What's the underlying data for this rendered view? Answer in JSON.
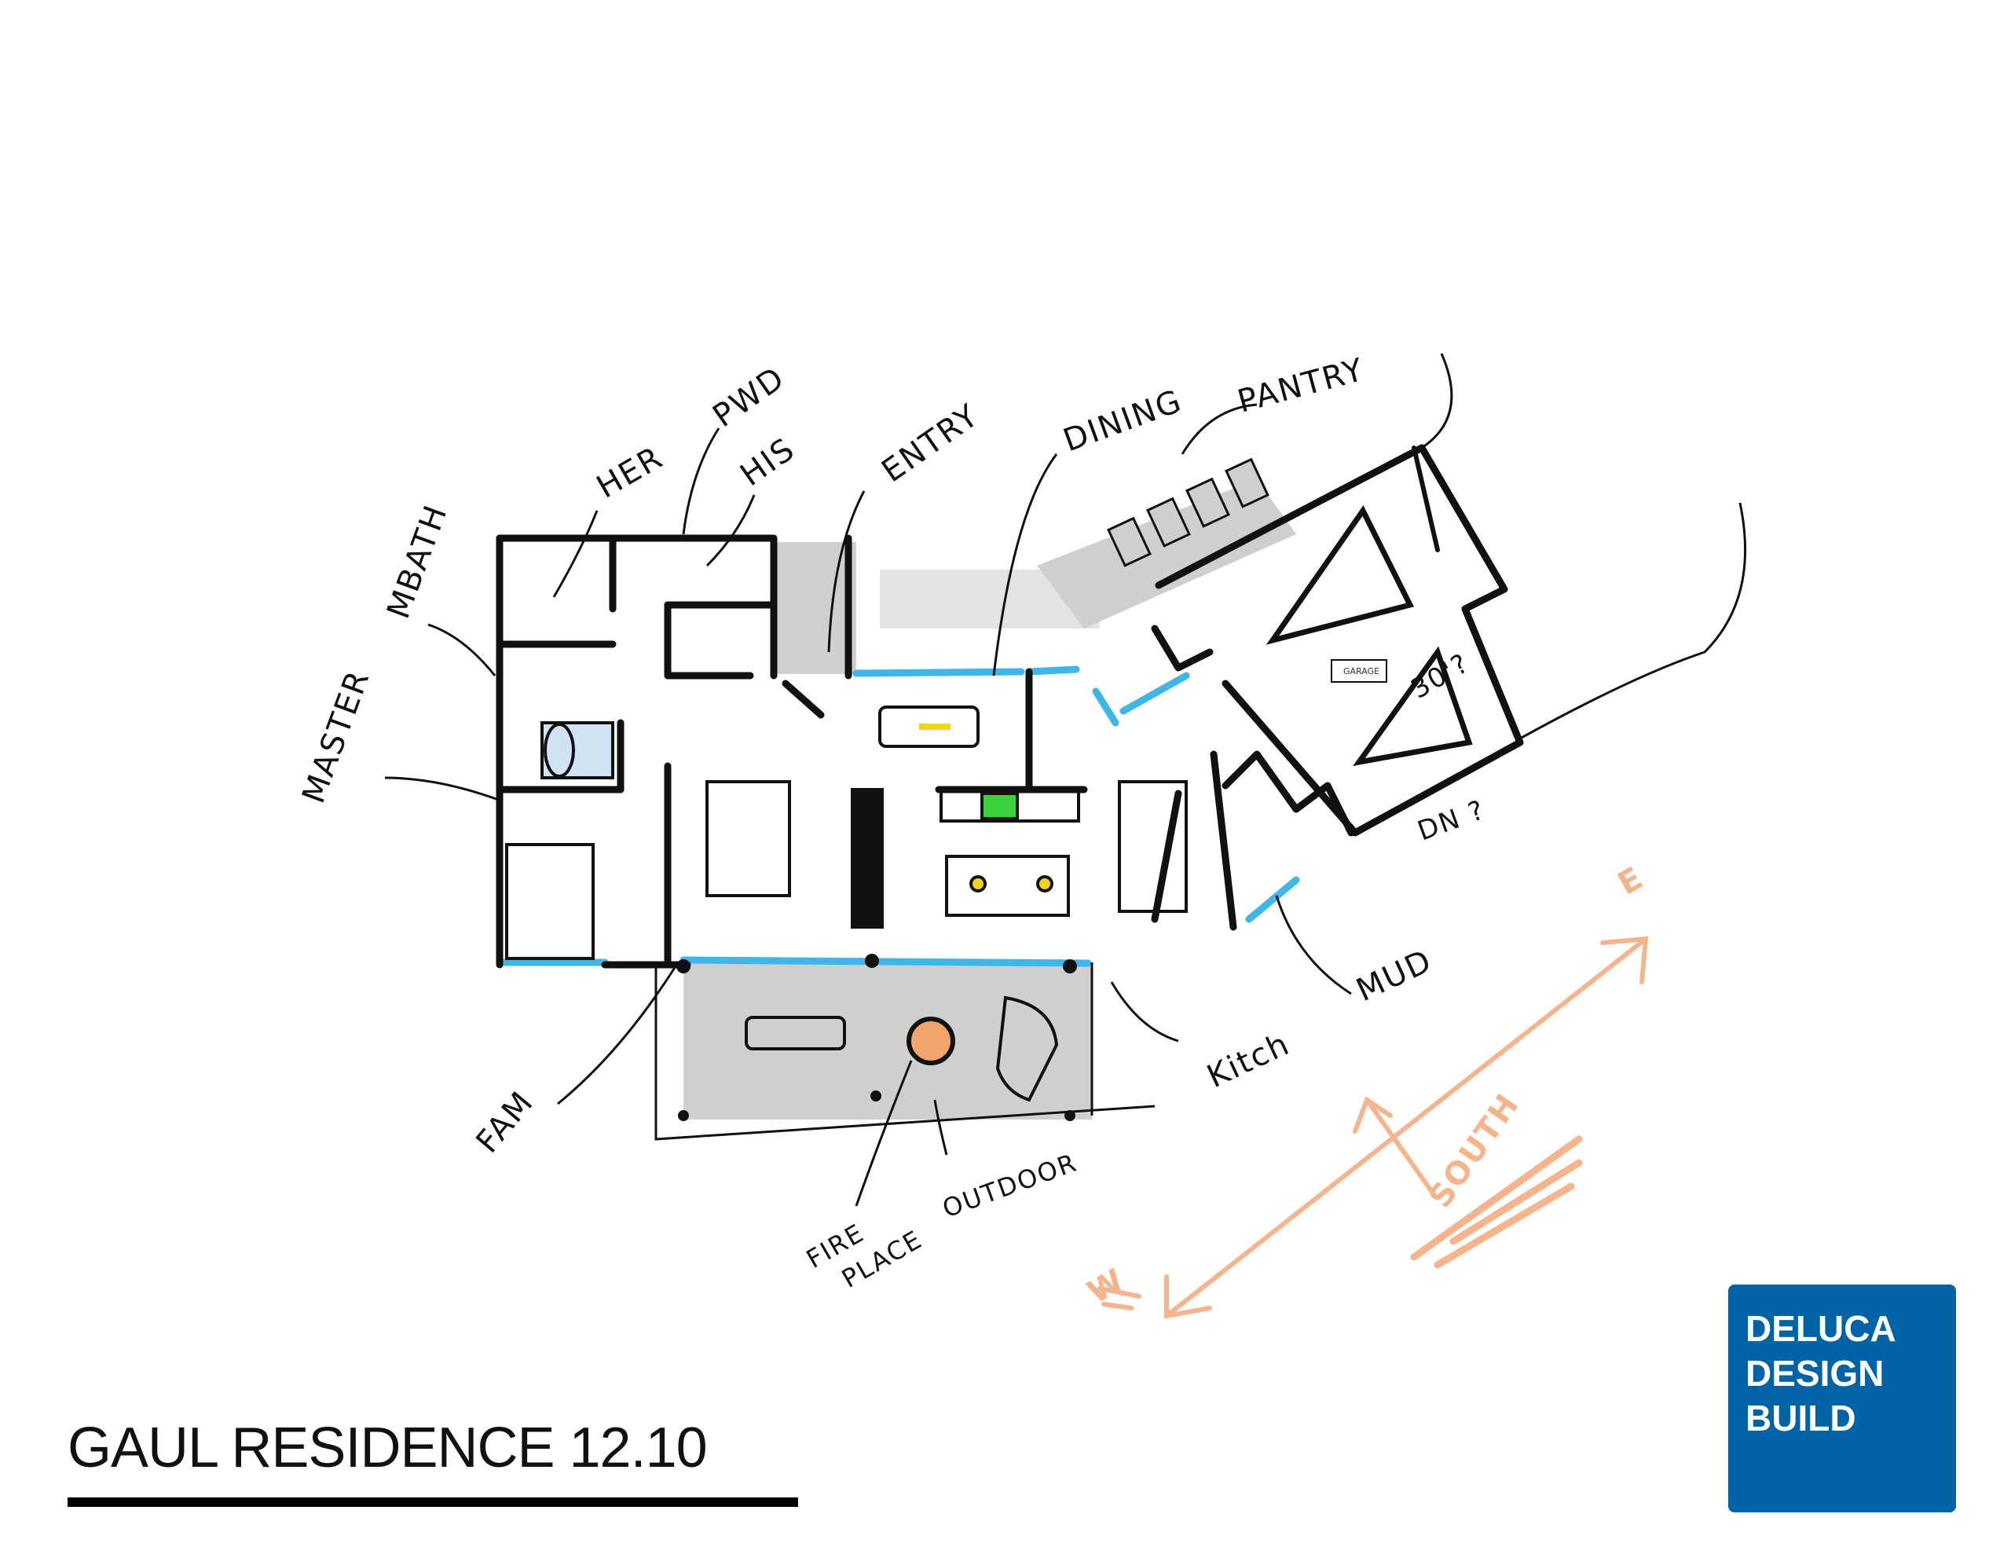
{
  "title": "GAUL RESIDENCE 12.10",
  "logo": {
    "line1": "DELUCA",
    "line2": "DESIGN",
    "line3": "BUILD",
    "color": "#0063a6"
  },
  "labels": {
    "master": "MASTER",
    "mbath": "MBATH",
    "her": "HER",
    "pwd": "PWD",
    "his": "HIS",
    "entry": "ENTRY",
    "dining": "DINING",
    "pantry": "PANTRY",
    "garage": "GARAGE",
    "garage_dim": "30'?",
    "dn": "DN ?",
    "mud": "MUD",
    "kitch": "Kitch",
    "outdoor": "OUTDOOR",
    "fireplace_1": "FIRE",
    "fireplace_2": "PLACE",
    "fam": "FAM",
    "south": "SOUTH",
    "east": "E",
    "west": "W"
  },
  "colors": {
    "wall": "#111111",
    "glazing": "#3fb6ea",
    "shade": "#cfcfcf",
    "compass": "#f6b48c",
    "fireplace": "#f2a46a"
  }
}
